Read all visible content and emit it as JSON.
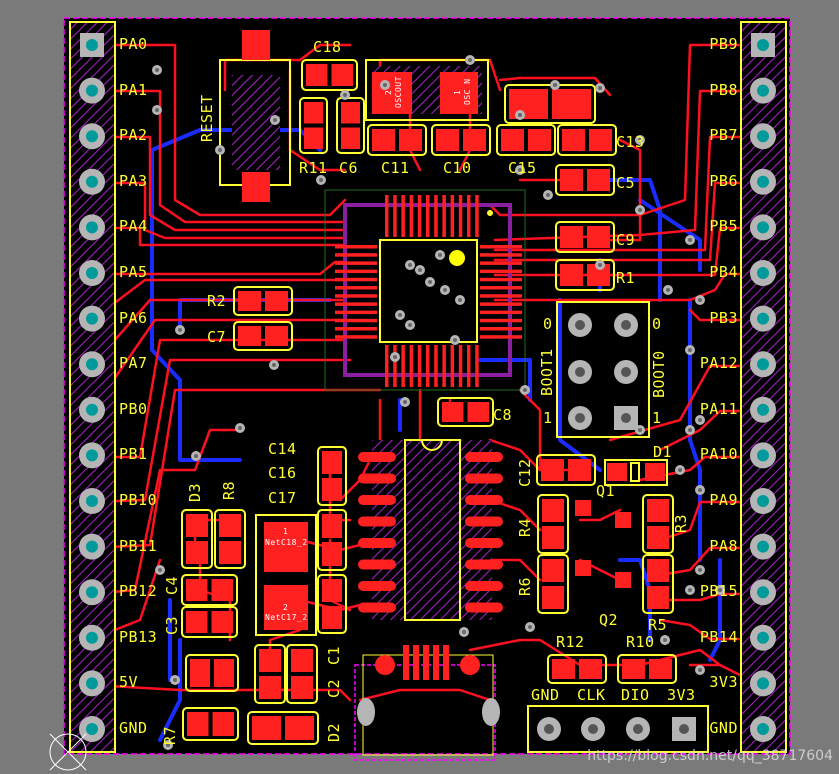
{
  "colors": {
    "board": "#000000",
    "outer": "#7a7a7a",
    "outline": "#ff00ff",
    "top_copper": "#ff1020",
    "bottom_copper": "#1a2cff",
    "silk": "#ffff33",
    "pad": "#ff2020",
    "through": "#b5b5b5",
    "hatch": "#a020c0",
    "hole_ring": "#009a9a"
  },
  "left_header": {
    "pins": [
      "PA0",
      "PA1",
      "PA2",
      "PA3",
      "PA4",
      "PA5",
      "PA6",
      "PA7",
      "PB0",
      "PB1",
      "PB10",
      "PB11",
      "PB12",
      "PB13",
      "5V",
      "GND"
    ]
  },
  "right_header": {
    "pins": [
      "PB9",
      "PB8",
      "PB7",
      "PB6",
      "PB5",
      "PB4",
      "PB3",
      "PA12",
      "PA11",
      "PA10",
      "PA9",
      "PA8",
      "PB15",
      "PB14",
      "3V3",
      "GND"
    ]
  },
  "components": {
    "reset": "RESET",
    "c18": "C18",
    "r11": "R11",
    "c6": "C6",
    "c11": "C11",
    "c10": "C10",
    "c15": "C15",
    "c13": "C13",
    "c5": "C5",
    "c9": "C9",
    "r1": "R1",
    "r2": "R2",
    "c7": "C7",
    "c8": "C8",
    "boot1": "BOOT1",
    "boot0": "BOOT0",
    "c14": "C14",
    "c16": "C16",
    "c17": "C17",
    "d3": "D3",
    "r8": "R8",
    "c4": "C4",
    "c3": "C3",
    "c12": "C12",
    "d1": "D1",
    "q1": "Q1",
    "r4": "R4",
    "r3": "R3",
    "r6": "R6",
    "q2": "Q2",
    "r5": "R5",
    "c1": "C1",
    "c2": "C2",
    "d2": "D2",
    "r7": "R7",
    "r12": "R12",
    "r10": "R10",
    "osc_out": "OSCOUT",
    "osc_in": "OSC N",
    "osc_p2": "2",
    "osc_p1": "1",
    "net18": "NetC18_2",
    "net17": "NetC17_2",
    "p1": "1",
    "p2": "2",
    "b_zero_l": "0",
    "b_one_l": "1",
    "b_zero_r": "0",
    "b_one_r": "1"
  },
  "swd_header": {
    "labels": [
      "GND",
      "CLK",
      "DIO",
      "3V3"
    ]
  },
  "watermark": "https://blog.csdn.net/qq_38717604"
}
